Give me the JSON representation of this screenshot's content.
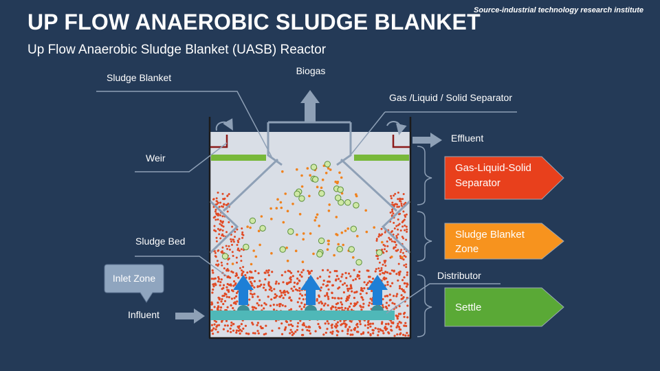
{
  "header": {
    "title": "UP FLOW ANAEROBIC SLUDGE BLANKET",
    "subtitle": "Up Flow Anaerobic Sludge Blanket (UASB) Reactor",
    "source": "Source-industrial technology research institute"
  },
  "labels": {
    "biogas": "Biogas",
    "sludge_blanket": "Sludge Blanket",
    "separator": "Gas /Liquid / Solid Separator",
    "effluent": "Effluent",
    "weir": "Weir",
    "sludge_bed": "Sludge Bed",
    "inlet_zone": "Inlet Zone",
    "influent": "Influent",
    "distributor": "Distributor"
  },
  "zones": [
    {
      "lines": [
        "Gas-Liquid-Solid",
        "Separator"
      ],
      "color": "#e8401c"
    },
    {
      "lines": [
        "Sludge Blanket",
        "Zone"
      ],
      "color": "#f7931e"
    },
    {
      "lines": [
        "Settle"
      ],
      "color": "#5aa936"
    }
  ],
  "colors": {
    "background": "#243a57",
    "tank_fill": "#d9dee6",
    "weir_green": "#78b83a",
    "sludge_dots": "#e04a25",
    "bubbles": "#cfe8a6",
    "flow_arrows": "#1e7fd6",
    "distributor": "#4fb8b8",
    "arrows_grey": "#8ea0b6"
  }
}
